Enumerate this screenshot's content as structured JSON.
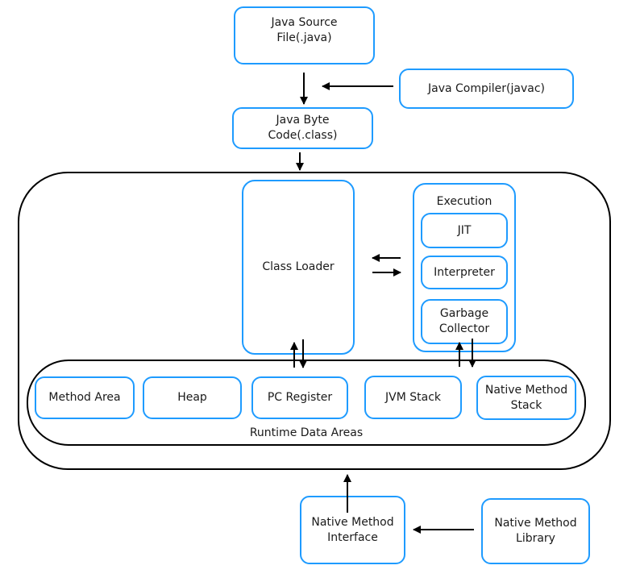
{
  "diagram": {
    "colors": {
      "node_border": "#1e9bff",
      "container_border": "#000000",
      "arrow": "#000000",
      "text": "#1a1a1a",
      "background": "#ffffff"
    },
    "nodes": {
      "java_source_file": {
        "line1": "Java Source",
        "line2": "File(.java)"
      },
      "java_compiler": {
        "label": "Java Compiler(javac)"
      },
      "java_byte_code": {
        "line1": "Java Byte",
        "line2": "Code(.class)"
      },
      "class_loader": {
        "label": "Class Loader"
      },
      "execution": {
        "label": "Execution"
      },
      "jit": {
        "label": "JIT"
      },
      "interpreter": {
        "label": "Interpreter"
      },
      "garbage_collector": {
        "line1": "Garbage",
        "line2": "Collector"
      },
      "method_area": {
        "label": "Method Area"
      },
      "heap": {
        "label": "Heap"
      },
      "pc_register": {
        "label": "PC Register"
      },
      "jvm_stack": {
        "label": "JVM Stack"
      },
      "native_method_stack": {
        "line1": "Native Method",
        "line2": "Stack"
      },
      "runtime_data_areas": {
        "label": "Runtime Data Areas"
      },
      "native_method_interface": {
        "line1": "Native Method",
        "line2": "Interface"
      },
      "native_method_library": {
        "line1": "Native Method",
        "line2": "Library"
      }
    },
    "edges": [
      {
        "id": "source-to-bytecode",
        "from": "java_source_file",
        "to": "java_byte_code"
      },
      {
        "id": "compiler-to-compilation",
        "from": "java_compiler",
        "to": "source-to-bytecode"
      },
      {
        "id": "bytecode-to-jvm",
        "from": "java_byte_code",
        "to": "jvm_container"
      },
      {
        "id": "execution-to-class-loader",
        "from": "execution",
        "to": "class_loader"
      },
      {
        "id": "class-loader-to-execution",
        "from": "class_loader",
        "to": "execution"
      },
      {
        "id": "runtime-to-class-loader",
        "from": "runtime_data_areas",
        "to": "class_loader"
      },
      {
        "id": "class-loader-to-runtime",
        "from": "class_loader",
        "to": "runtime_data_areas"
      },
      {
        "id": "runtime-to-garbage-collector",
        "from": "runtime_data_areas",
        "to": "garbage_collector"
      },
      {
        "id": "garbage-collector-to-runtime",
        "from": "garbage_collector",
        "to": "runtime_data_areas"
      },
      {
        "id": "interface-to-jvm",
        "from": "native_method_interface",
        "to": "jvm_container"
      },
      {
        "id": "library-to-interface",
        "from": "native_method_library",
        "to": "native_method_interface"
      }
    ]
  }
}
